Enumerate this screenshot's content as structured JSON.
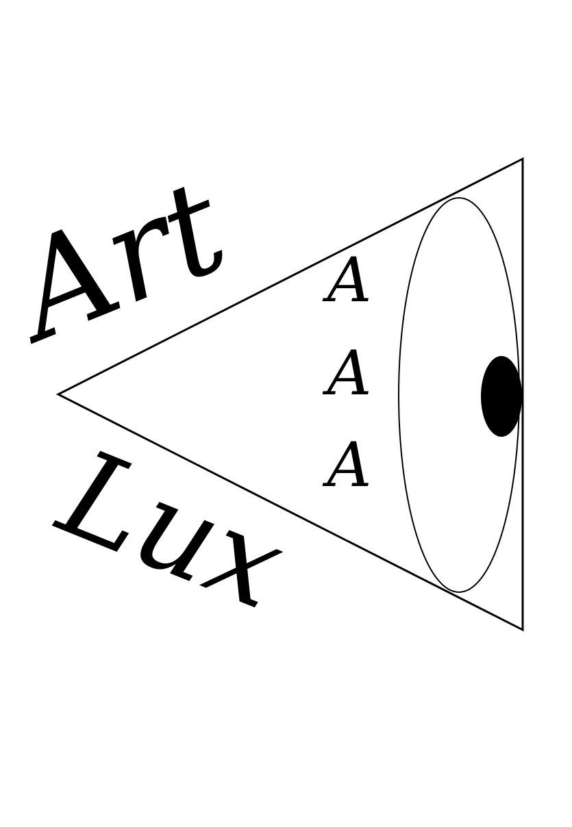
{
  "logo": {
    "word_top": "Art",
    "word_bottom": "Lux",
    "letters": [
      "A",
      "A",
      "A"
    ]
  },
  "colors": {
    "background": "#ffffff",
    "ink": "#000000"
  },
  "icons": {
    "cone": "cone-icon",
    "eye": "eye-icon",
    "pupil": "pupil-icon"
  }
}
